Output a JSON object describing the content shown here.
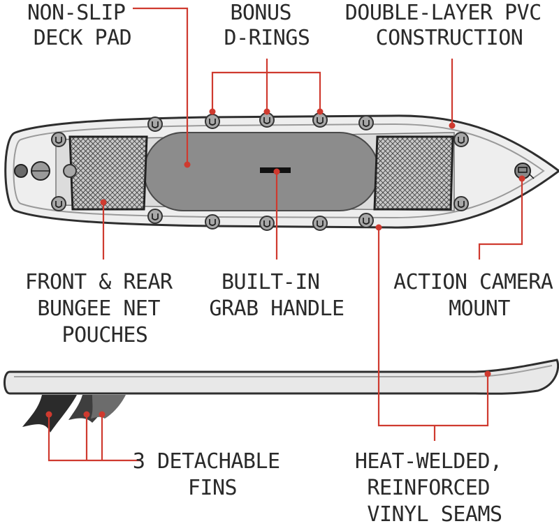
{
  "labels": {
    "deck_pad": [
      "NON-SLIP",
      "DECK PAD"
    ],
    "d_rings": [
      "BONUS",
      "D-RINGS"
    ],
    "pvc": [
      "DOUBLE-LAYER PVC",
      "CONSTRUCTION"
    ],
    "bungee": [
      "FRONT & REAR",
      "BUNGEE NET",
      "POUCHES"
    ],
    "grab_handle": [
      "BUILT-IN",
      "GRAB HANDLE"
    ],
    "camera_mount": [
      "ACTION CAMERA",
      "MOUNT"
    ],
    "fins": [
      "3 DETACHABLE",
      "FINS"
    ],
    "seams": [
      "HEAT-WELDED,",
      "REINFORCED",
      "VINYL SEAMS"
    ]
  },
  "colors": {
    "leader": "#cf3a2f",
    "text": "#2a2a2a",
    "deck_pad": "#8c8c8c",
    "fin": "#2b2b2b"
  },
  "icons": {
    "ring": "d-ring-icon",
    "camera": "camera-mount-icon",
    "valve": "valve-icon"
  }
}
